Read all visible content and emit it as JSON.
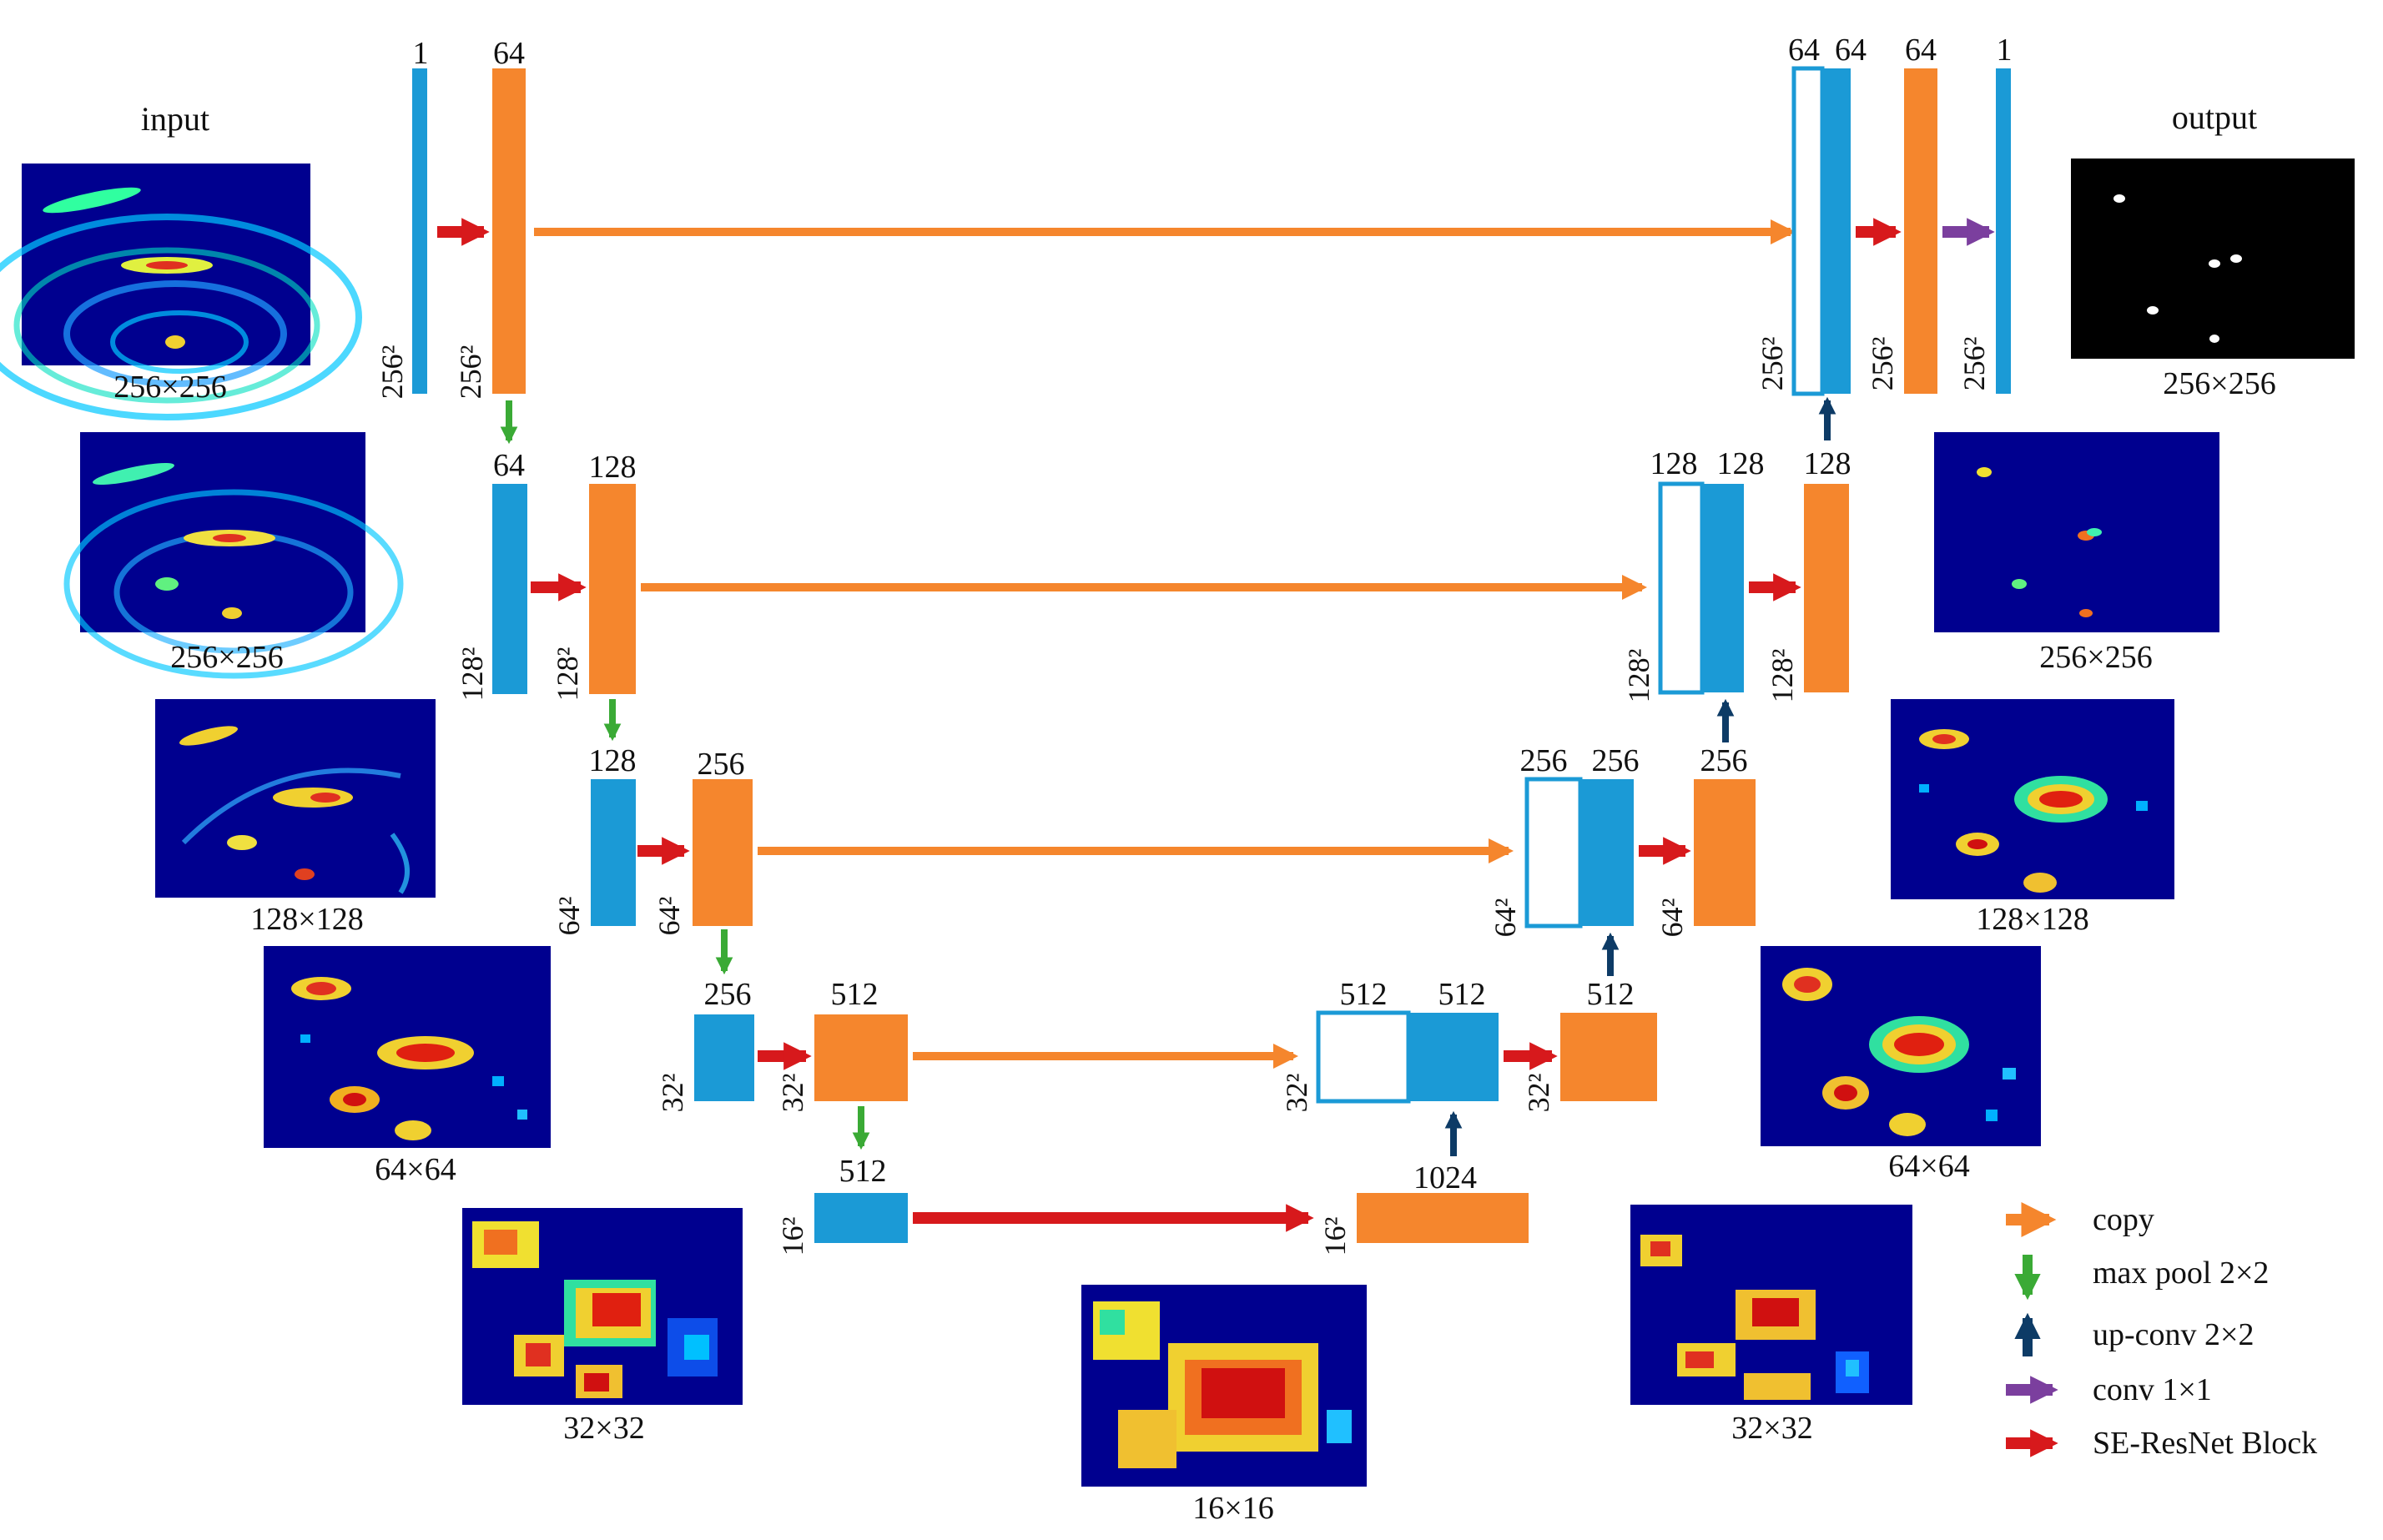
{
  "labels": {
    "input": "input",
    "output": "output"
  },
  "legend": [
    {
      "name": "copy-legend",
      "text": "copy",
      "color": "#F5862D",
      "icon": "right-arrow"
    },
    {
      "name": "maxpool-legend",
      "text": "max pool 2×2",
      "color": "#3AAA35",
      "icon": "down-arrow"
    },
    {
      "name": "upconv-legend",
      "text": "up-conv 2×2",
      "color": "#0D3B66",
      "icon": "up-arrow"
    },
    {
      "name": "conv1x1-legend",
      "text": "conv 1×1",
      "color": "#7B3F9E",
      "icon": "right-arrow"
    },
    {
      "name": "seresnet-legend",
      "text": "SE-ResNet Block",
      "color": "#D7191C",
      "icon": "right-arrow"
    }
  ],
  "colors": {
    "blue_block": "#1B9AD6",
    "orange_block": "#F5862D",
    "copy_arrow": "#F5862D",
    "pool_arrow": "#3AAA35",
    "upconv_arrow": "#0D3B66",
    "conv_arrow": "#7B3F9E",
    "se_arrow": "#D7191C",
    "heat_background": "#00008F"
  },
  "encoder": {
    "level1": {
      "in_channels": "1",
      "out_channels": "64",
      "res_in": "256²",
      "res_out": "256²"
    },
    "level2": {
      "in_channels": "64",
      "out_channels": "128",
      "res_in": "128²",
      "res_out": "128²"
    },
    "level3": {
      "in_channels": "128",
      "out_channels": "256",
      "res_in": "64²",
      "res_out": "64²"
    },
    "level4": {
      "in_channels": "256",
      "out_channels": "512",
      "res_in": "32²",
      "res_out": "32²"
    },
    "bottom": {
      "channels": "512",
      "res": "16²"
    }
  },
  "bottleneck": {
    "channels": "1024",
    "res": "16²"
  },
  "decoder": {
    "level4": {
      "copy_channels": "512",
      "up_channels": "512",
      "out_channels": "512",
      "res_concat": "32²",
      "res_out": "32²"
    },
    "level3": {
      "copy_channels": "256",
      "up_channels": "256",
      "out_channels": "256",
      "res_concat": "64²",
      "res_out": "64²"
    },
    "level2": {
      "copy_channels": "128",
      "up_channels": "128",
      "out_channels": "128",
      "res_concat": "128²",
      "res_out": "128²"
    },
    "level1": {
      "copy_channels": "64",
      "up_channels": "64",
      "out_channels": "64",
      "final_channels": "1",
      "res_concat": "256²",
      "res_out": "256²",
      "res_final": "256²"
    }
  },
  "feature_maps": {
    "left": [
      "256×256",
      "256×256",
      "128×128",
      "64×64",
      "32×32"
    ],
    "center": "16×16",
    "right": [
      "256×256",
      "256×256",
      "128×128",
      "64×64",
      "32×32"
    ]
  }
}
